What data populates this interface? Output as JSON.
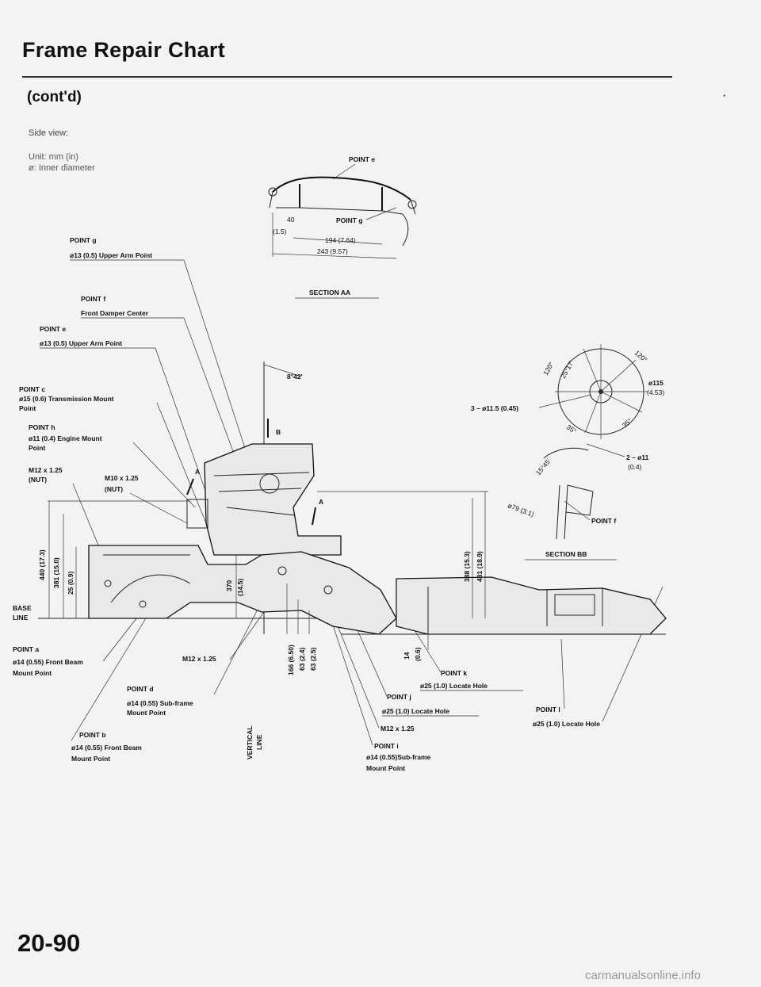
{
  "header": {
    "title": "Frame Repair Chart",
    "subtitle": "(cont'd)"
  },
  "intro": {
    "view": "Side view:",
    "unit": "Unit: mm (in)",
    "diameter_note": "ø: Inner diameter"
  },
  "section_aa": {
    "point_e": "POINT e",
    "point_g": "POINT g",
    "dim_40": "40",
    "dim_15": "(1.5)",
    "dim_194": "194 (7.64)",
    "dim_243": "243 (9.57)",
    "caption": "SECTION AA"
  },
  "section_bb": {
    "angle_1": "8°42'",
    "angle_120": "120°",
    "angle_25": "25°17'",
    "angle_35": "35°",
    "dim_115": "ø115",
    "dim_115_in": "(4.53)",
    "holes_3": "3 – ø11.5 (0.45)",
    "holes_2": "2 – ø11",
    "holes_2_in": "(0.4)",
    "dim_79": "ø79 (3.1)",
    "angle_15": "15°45'",
    "point_f": "POINT f",
    "caption": "SECTION BB",
    "marker_b": "B",
    "marker_a": "A"
  },
  "callouts": {
    "g_title": "POINT g",
    "g_desc": "ø13 (0.5) Upper Arm Point",
    "f_title": "POINT f",
    "f_desc": "Front Damper Center",
    "e_title": "POINT e",
    "e_desc": "ø13 (0.5) Upper Arm Point",
    "c_title": "POINT c",
    "c_desc1": "ø15 (0.6) Transmission Mount",
    "c_desc2": "Point",
    "h_title": "POINT h",
    "h_desc1": "ø11 (0.4) Engine Mount",
    "h_desc2": "Point",
    "nut1": "M12 x 1.25",
    "nut1b": "(NUT)",
    "nut2": "M10 x 1.25",
    "nut2b": "(NUT)",
    "base_line1": "BASE",
    "base_line2": "LINE",
    "a_title": "POINT a",
    "a_desc1": "ø14 (0.55) Front Beam",
    "a_desc2": "Mount Point",
    "m12": "M12 x 1.25",
    "d_title": "POINT d",
    "d_desc1": "ø14 (0.55) Sub-frame",
    "d_desc2": "Mount Point",
    "b_title": "POINT b",
    "b_desc1": "ø14 (0.55) Front Beam",
    "b_desc2": "Mount Point",
    "vertical_line1": "VERTICAL",
    "vertical_line2": "LINE",
    "k_title": "POINT k",
    "k_desc": "ø25 (1.0) Locate Hole",
    "j_title": "POINT j",
    "j_desc": "ø25 (1.0) Locate Hole",
    "m12b": "M12 x 1.25",
    "i_title": "POINT i",
    "i_desc1": "ø14 (0.55)Sub-frame",
    "i_desc2": "Mount Point",
    "l_title": "POINT l",
    "l_desc": "ø25 (1.0) Locate Hole"
  },
  "dimensions": {
    "d440": "440 (17.3)",
    "d381": "381 (15.0)",
    "d25": "25 (0.9)",
    "d370": "370",
    "d145": "(14.5)",
    "d166": "166 (6.50)",
    "d63": "63 (2.4)",
    "d63b": "63 (2.5)",
    "d388": "388 (15.3)",
    "d481": "481 (18.9)",
    "d14": "14",
    "d06": "(0.6)"
  },
  "footer": {
    "page_number": "20-90",
    "watermark": "carmanualsonline.info"
  }
}
